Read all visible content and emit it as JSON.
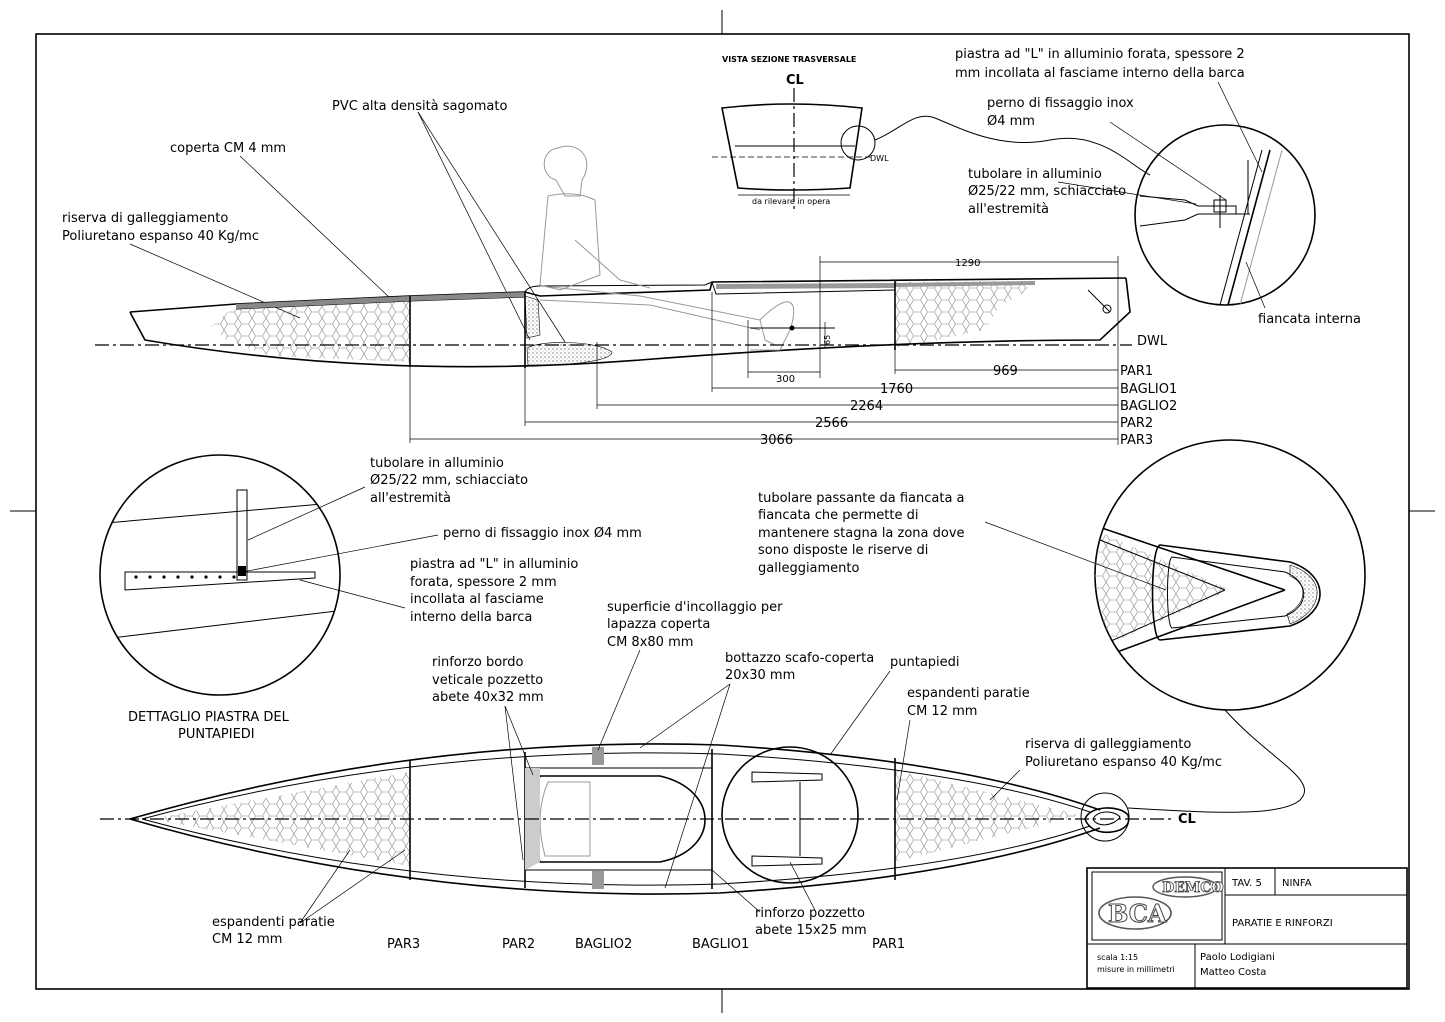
{
  "section_view": {
    "title": "VISTA SEZIONE TRASVERSALE",
    "cl_mark": "CL",
    "dwl_small": "DWL",
    "note": "da rilevare in opera"
  },
  "callouts_top": {
    "pvc": "PVC alta densità sagomato",
    "coperta": "coperta CM 4 mm",
    "riserva_l1": "riserva di galleggiamento",
    "riserva_l2": "Poliuretano espanso 40 Kg/mc",
    "piastra_l1": "piastra ad \"L\" in alluminio forata, spessore 2",
    "piastra_l2": "mm incollata al fasciame interno della barca",
    "perno_l1": "perno di fissaggio inox",
    "perno_l2": "Ø4 mm",
    "tubolare_l1": "tubolare in alluminio",
    "tubolare_l2": "Ø25/22 mm, schiacciato",
    "tubolare_l3": "all'estremità",
    "fiancata": "fiancata interna"
  },
  "side_view": {
    "dwl": "DWL",
    "dims": {
      "d1290": "1290",
      "d65": "65",
      "d300": "300",
      "d969": "969",
      "d1760": "1760",
      "d2264": "2264",
      "d2566": "2566",
      "d3066": "3066"
    },
    "stations": {
      "par1": "PAR1",
      "baglio1": "BAGLIO1",
      "baglio2": "BAGLIO2",
      "par2": "PAR2",
      "par3": "PAR3"
    }
  },
  "detail_puntapiedi": {
    "tub_l1": "tubolare in alluminio",
    "tub_l2": "Ø25/22 mm, schiacciato",
    "tub_l3": "all'estremità",
    "perno": "perno di fissaggio inox Ø4 mm",
    "piastra_l1": "piastra ad \"L\" in alluminio",
    "piastra_l2": "forata, spessore 2 mm",
    "piastra_l3": "incollata al fasciame",
    "piastra_l4": "interno della barca",
    "title_l1": "DETTAGLIO PIASTRA DEL",
    "title_l2": "PUNTAPIEDI"
  },
  "callouts_plan": {
    "passante_l1": "tubolare passante da fiancata a",
    "passante_l2": "fiancata che permette di",
    "passante_l3": "mantenere stagna la zona dove",
    "passante_l4": "sono disposte le riserve di",
    "passante_l5": "galleggiamento",
    "superficie_l1": "superficie d'incollaggio per",
    "superficie_l2": "lapazza coperta",
    "superficie_l3": "CM 8x80 mm",
    "rinforzo_bordo_l1": "rinforzo bordo",
    "rinforzo_bordo_l2": "veticale pozzetto",
    "rinforzo_bordo_l3": "abete 40x32 mm",
    "bottazzo_l1": "bottazzo scafo-coperta",
    "bottazzo_l2": "20x30 mm",
    "puntapiedi": "puntapiedi",
    "espandenti_l1": "espandenti paratie",
    "espandenti_l2": "CM 12 mm",
    "riserva_l1": "riserva di galleggiamento",
    "riserva_l2": "Poliuretano espanso 40 Kg/mc",
    "espandenti2_l1": "espandenti paratie",
    "espandenti2_l2": "CM 12 mm",
    "rinforzo_pozz_l1": "rinforzo pozzetto",
    "rinforzo_pozz_l2": "abete 15x25 mm",
    "cl_mark": "CL"
  },
  "plan_stations": {
    "par3": "PAR3",
    "par2": "PAR2",
    "baglio2": "BAGLIO2",
    "baglio1": "BAGLIO1",
    "par1": "PAR1"
  },
  "title_block": {
    "logo_top": "DEMCO",
    "logo_main": "BCA",
    "tav": "TAV. 5",
    "name": "NINFA",
    "subject": "PARATIE E RINFORZI",
    "scale_l1": "scala 1:15",
    "scale_l2": "misure in millimetri",
    "author_l1": "Paolo Lodigiani",
    "author_l2": "Matteo Costa"
  }
}
